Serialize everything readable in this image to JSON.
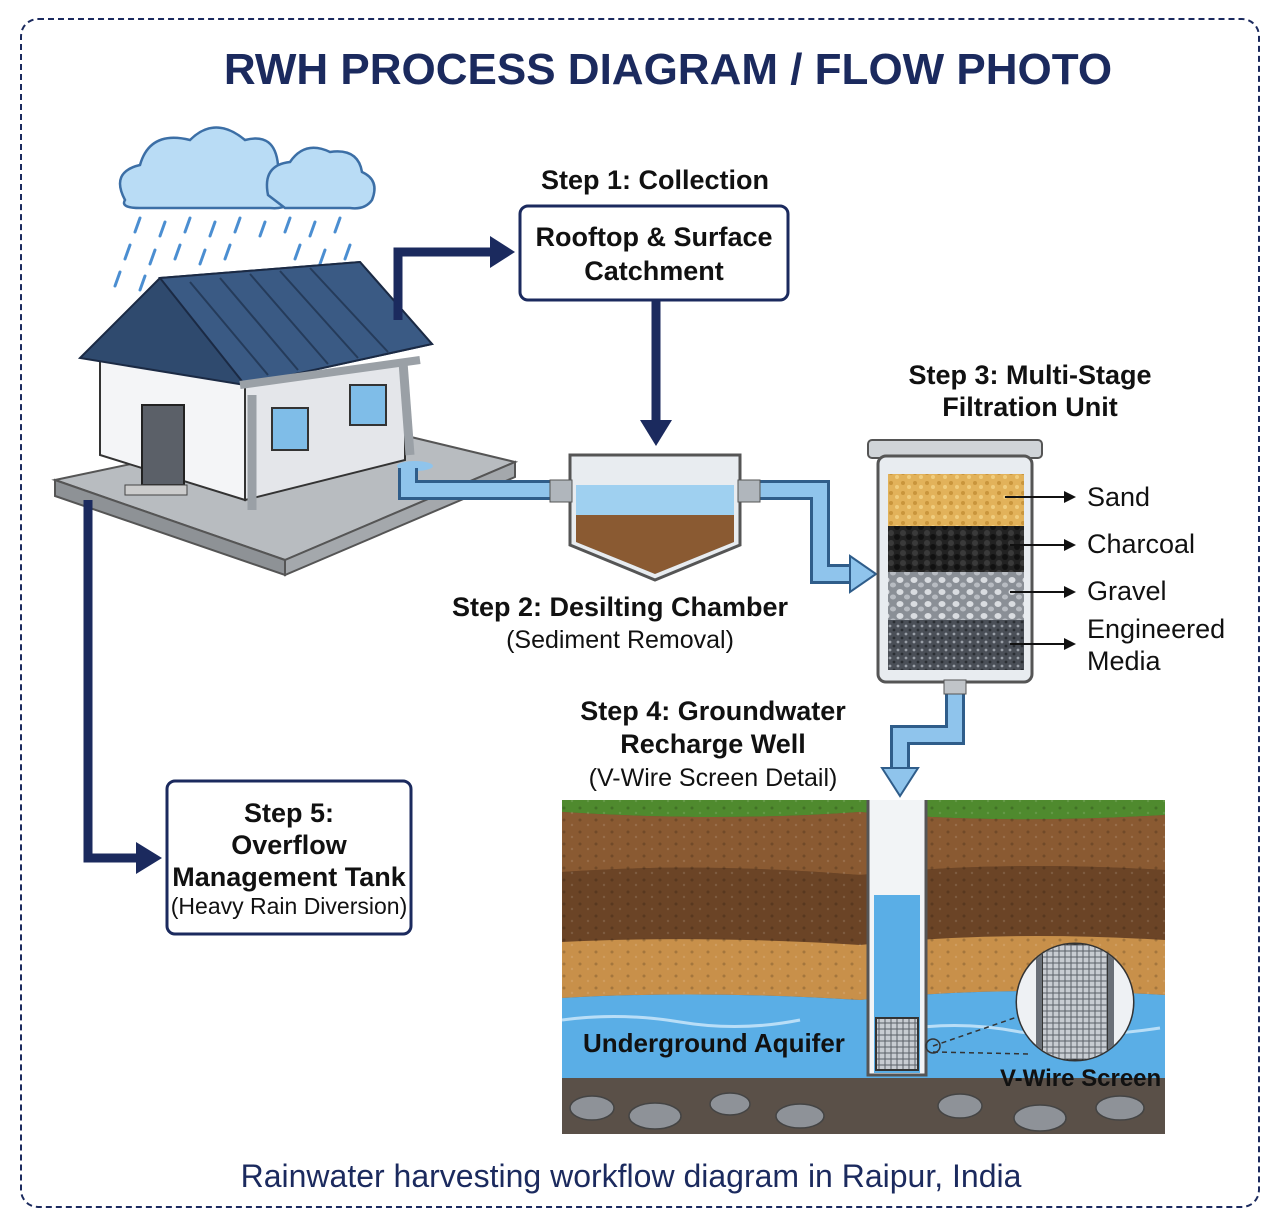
{
  "title": "RWH PROCESS DIAGRAM / FLOW PHOTO",
  "caption": "Rainwater harvesting workflow diagram in Raipur, India",
  "step1": {
    "heading": "Step 1: Collection",
    "box_line1": "Rooftop & Surface",
    "box_line2": "Catchment"
  },
  "step2": {
    "heading": "Step 2: Desilting Chamber",
    "sub": "(Sediment Removal)"
  },
  "step3": {
    "heading_line1": "Step 3: Multi-Stage",
    "heading_line2": "Filtration Unit",
    "layers": {
      "sand": "Sand",
      "charcoal": "Charcoal",
      "gravel": "Gravel",
      "engineered_1": "Engineered",
      "engineered_2": "Media"
    }
  },
  "step4": {
    "heading_line1": "Step 4: Groundwater",
    "heading_line2": "Recharge Well",
    "sub": "(V-Wire Screen Detail)"
  },
  "step5": {
    "line1": "Step 5:",
    "line2": "Overflow",
    "line3": "Management Tank",
    "line4": "(Heavy Rain Diversion)"
  },
  "aquifer_label": "Underground Aquifer",
  "screen_label": "V-Wire Screen",
  "colors": {
    "navy": "#1b2a5e",
    "water": "#8fc4ec",
    "aquifer": "#5aaee6",
    "roof": "#2f4a6e"
  },
  "icons": [
    "cloud-icon",
    "rain-icon",
    "house-icon",
    "arrow-icon"
  ]
}
